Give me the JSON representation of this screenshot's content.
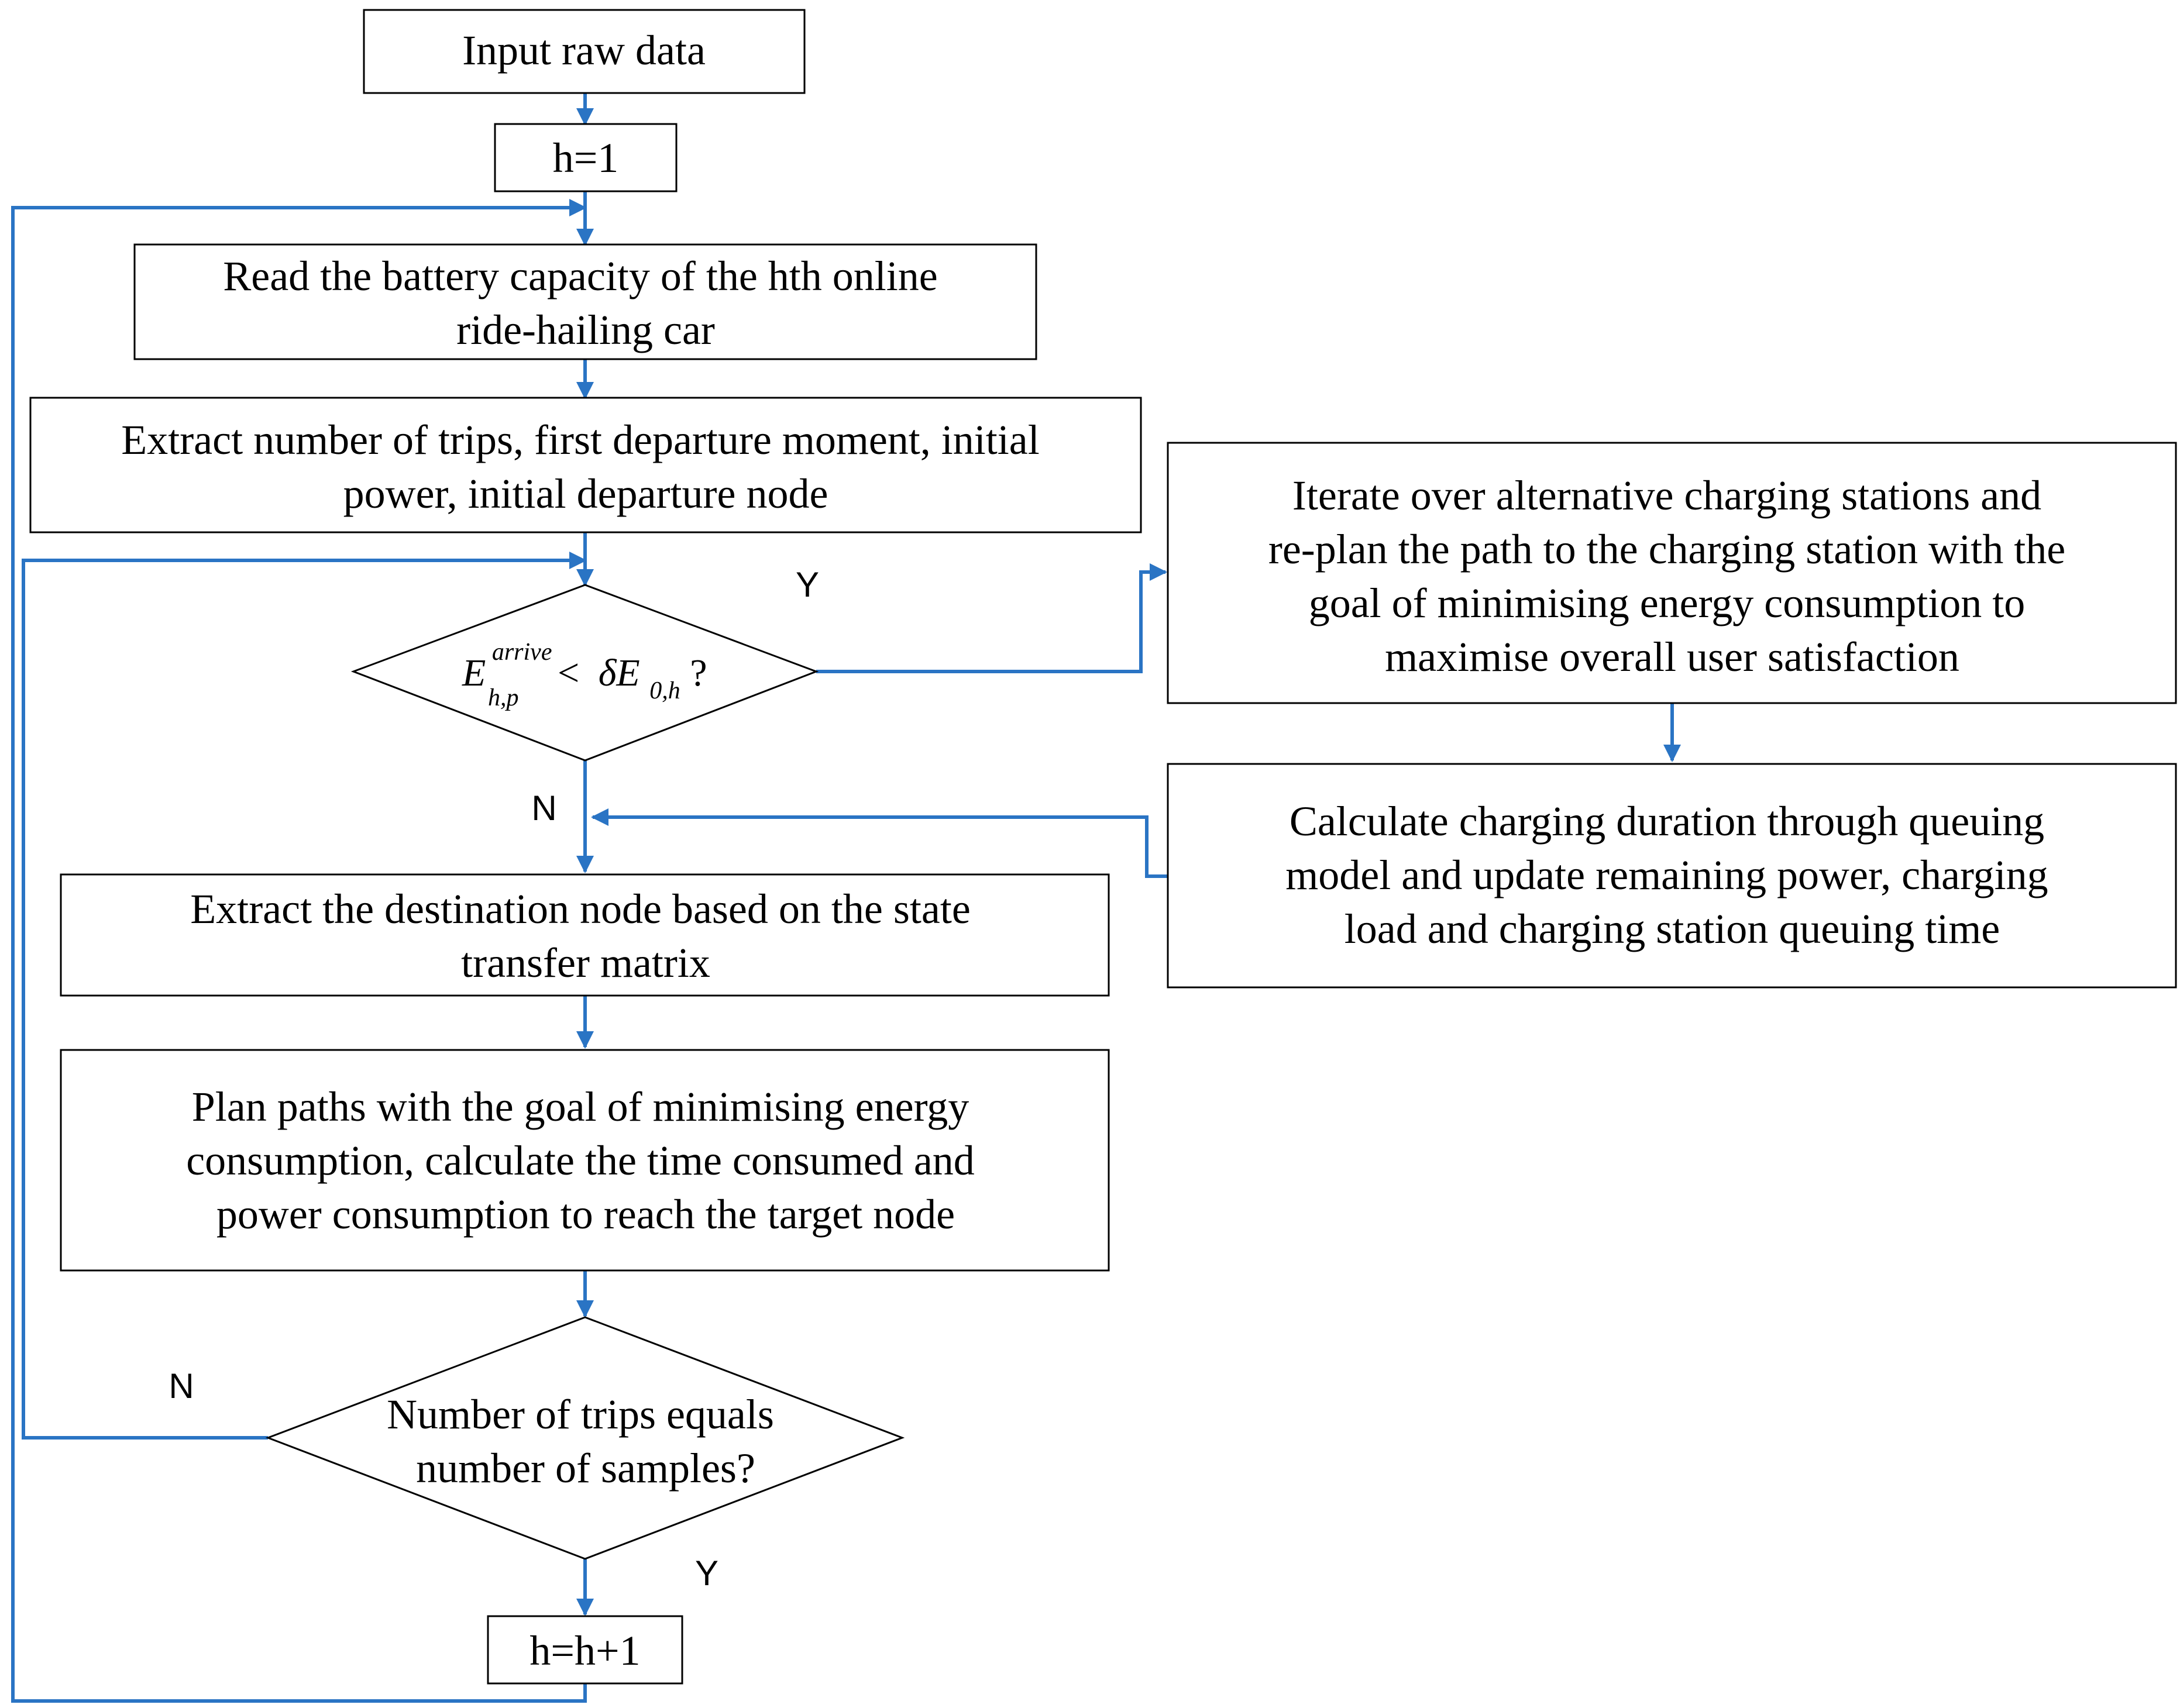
{
  "colors": {
    "arrow": "#2a74c4",
    "box_border": "#000000",
    "text": "#000000",
    "background": "#ffffff"
  },
  "nodes": {
    "input": "Input raw data",
    "h_init": "h=1",
    "read_battery": [
      "Read the battery capacity of the hth online",
      "ride-hailing car"
    ],
    "extract_trips": [
      "Extract number of trips, first departure moment, initial",
      "power, initial departure node"
    ],
    "decision_energy": {
      "E": "E",
      "sup": "arrive",
      "sub": "h,p",
      "lt": "<",
      "delta": "δE",
      "sub2": "0,h",
      "q": "?"
    },
    "iterate_stations": [
      "Iterate over alternative charging stations and",
      "re-plan the path to the charging station with the",
      "goal of minimising energy consumption to",
      "maximise overall user satisfaction"
    ],
    "calc_charging": [
      "Calculate charging duration through queuing",
      "model and update remaining power, charging",
      "load and charging station queuing time"
    ],
    "extract_destination": [
      "Extract the destination node based on the state",
      "transfer matrix"
    ],
    "plan_paths": [
      "Plan paths with the goal of minimising energy",
      "consumption,  calculate the time consumed and",
      "power consumption to reach the target node"
    ],
    "decision_trips": [
      "Number of trips equals",
      "number of samples?"
    ],
    "h_increment": "h=h+1"
  },
  "labels": {
    "yes_energy": "Y",
    "no_energy": "N",
    "no_trips": "N",
    "yes_trips": "Y"
  }
}
